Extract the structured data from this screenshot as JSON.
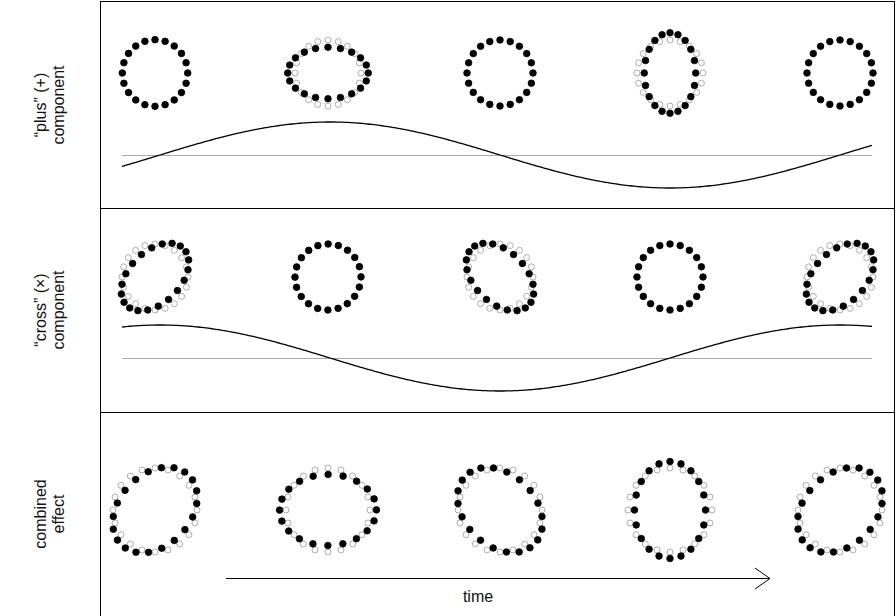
{
  "diagram": {
    "labels": [
      "“plus” (+) component",
      "“cross” (×) component",
      "combined effect",
      "time"
    ]
  }
}
